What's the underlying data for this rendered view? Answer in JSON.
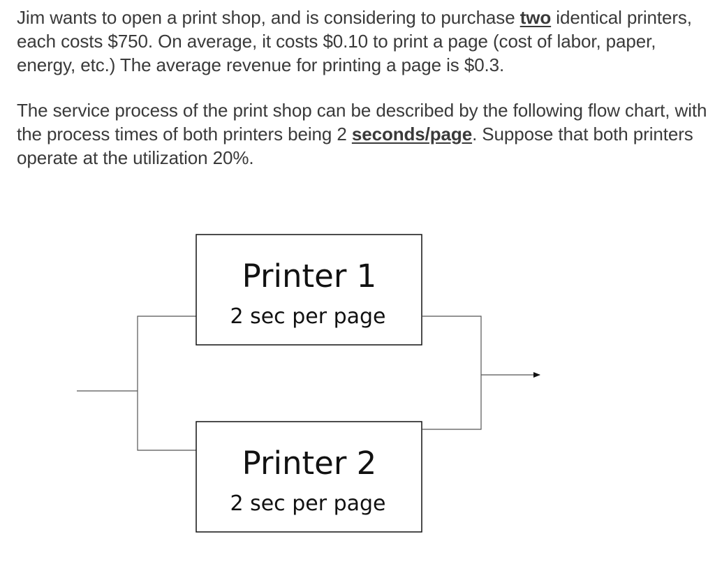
{
  "text": {
    "para1": {
      "before": "Jim wants to open a print shop, and is considering to purchase ",
      "emphasis": "two",
      "after": " identical printers, each costs $750. On average, it costs $0.10 to print a page (cost of labor, paper, energy, etc.) The average revenue for printing a page is $0.3."
    },
    "para2": {
      "before": "The service process of the print shop can be described by the following flow chart, with the process times of both printers being 2 ",
      "emphasis": "seconds/page",
      "after": ". Suppose that both printers operate at the utilization 20%."
    }
  },
  "diagram": {
    "printer1": {
      "title": "Printer 1",
      "subtitle": "2 sec per page"
    },
    "printer2": {
      "title": "Printer 2",
      "subtitle": "2 sec per page"
    }
  }
}
